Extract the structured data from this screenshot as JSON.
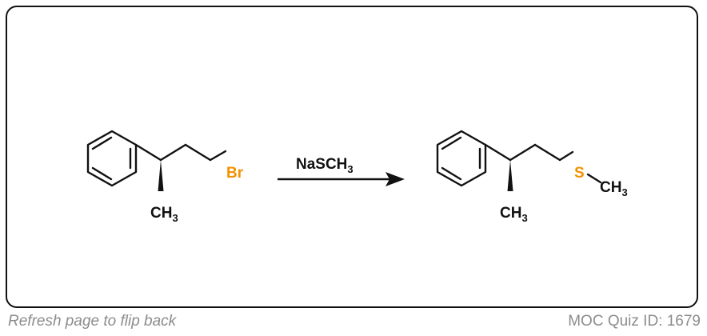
{
  "reaction": {
    "reactant": {
      "leaving_group": "Br",
      "methyl_prefix": "CH",
      "methyl_subscript": "3"
    },
    "reagent": {
      "prefix": "NaSCH",
      "subscript": "3"
    },
    "product": {
      "sulfur": "S",
      "s_methyl_prefix": "CH",
      "s_methyl_subscript": "3",
      "methyl_prefix": "CH",
      "methyl_subscript": "3"
    }
  },
  "footer": {
    "hint": "Refresh page to flip back",
    "quiz_id": "MOC Quiz ID: 1679"
  },
  "colors": {
    "heteroatom": "#f39200",
    "bond": "#111111",
    "footer_text": "#8c8c8c"
  }
}
